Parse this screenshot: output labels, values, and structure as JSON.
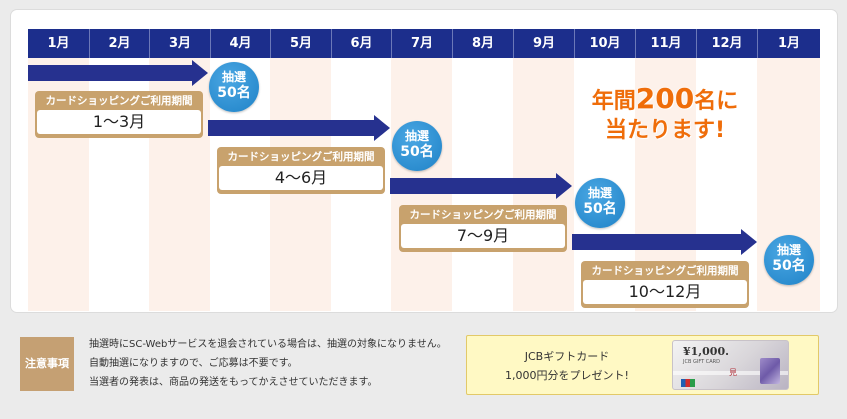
{
  "months": [
    "1月",
    "2月",
    "3月",
    "4月",
    "5月",
    "6月",
    "7月",
    "8月",
    "9月",
    "10月",
    "11月",
    "12月",
    "1月"
  ],
  "periods": [
    {
      "caption": "カードショッピングご利用期間",
      "range": "1〜3月"
    },
    {
      "caption": "カードショッピングご利用期間",
      "range": "4〜6月"
    },
    {
      "caption": "カードショッピングご利用期間",
      "range": "7〜9月"
    },
    {
      "caption": "カードショッピングご利用期間",
      "range": "10〜12月"
    }
  ],
  "draws": [
    {
      "line1": "抽選",
      "line2": "50名"
    },
    {
      "line1": "抽選",
      "line2": "50名"
    },
    {
      "line1": "抽選",
      "line2": "50名"
    },
    {
      "line1": "抽選",
      "line2": "50名"
    }
  ],
  "promo": {
    "prefix": "年間",
    "number": "200",
    "suffix": "名に",
    "line2": "当たります!"
  },
  "notes": {
    "title": "注意事項",
    "items": [
      "抽選時にSC-Webサービスを退会されている場合は、抽選の対象になりません。",
      "自動抽選になりますので、ご応募は不要です。",
      "当選者の発表は、商品の発送をもってかえさせていただきます。"
    ]
  },
  "gift": {
    "line1": "JCBギフトカード",
    "line2": "1,000円分をプレゼント!",
    "card_amount": "¥1,000.",
    "card_label": "JCB GIFT CARD",
    "card_mark": "見"
  },
  "colors": {
    "header": "#1c2e8c",
    "arrow": "#26318f",
    "bubble": "#1f82c7",
    "label": "#c8a26d",
    "promo": "#ef6d0a"
  }
}
